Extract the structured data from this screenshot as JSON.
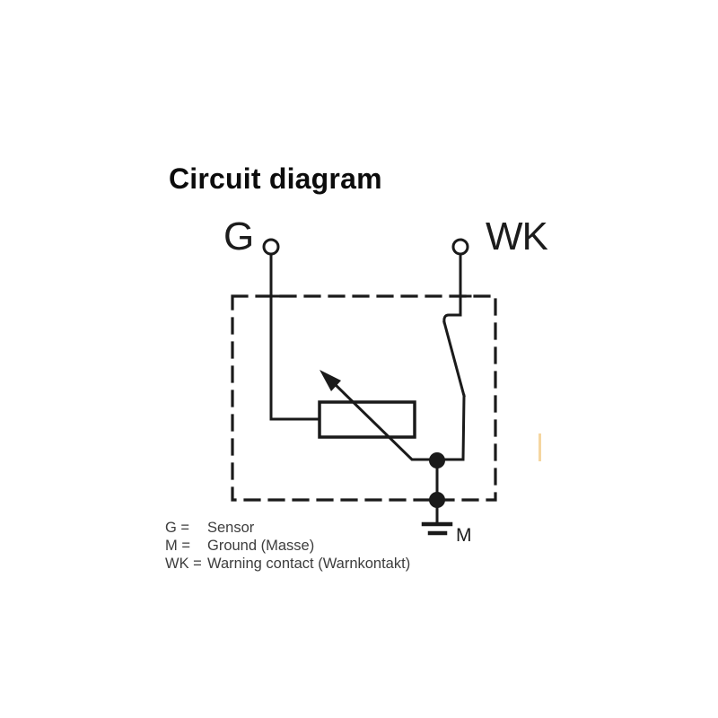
{
  "title": "Circuit diagram",
  "diagram": {
    "terminal_g_label": "G",
    "terminal_wk_label": "WK",
    "ground_label": "M",
    "components": [
      "terminal-G",
      "terminal-WK",
      "dashed-boundary-box",
      "variable-resistor",
      "wiper-arrow",
      "warning-contact-switch",
      "junction-dot",
      "junction-dot",
      "ground-symbol"
    ]
  },
  "legend": {
    "rows": [
      {
        "key": "G =",
        "description": "Sensor"
      },
      {
        "key": "M =",
        "description": "Ground (Masse)"
      },
      {
        "key": "WK =",
        "description": "Warning contact (Warnkontakt)"
      }
    ]
  },
  "colors": {
    "background": "#ffffff",
    "line": "#1a1a1a",
    "title_text": "#0c0c0c",
    "legend_text": "#3d3d3d",
    "artifact_orange": "#f5d6a0"
  }
}
